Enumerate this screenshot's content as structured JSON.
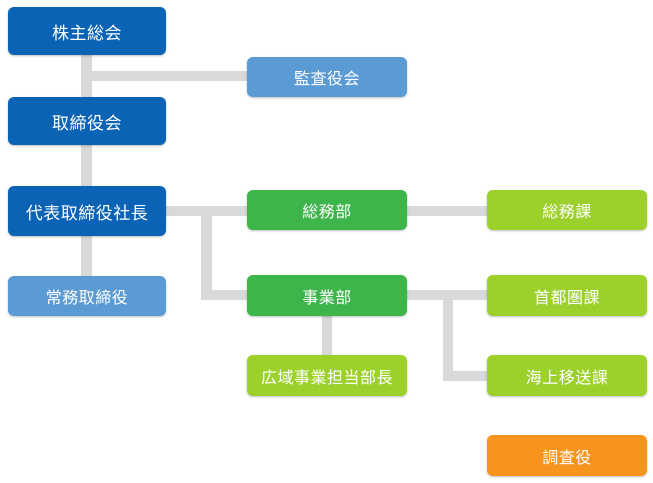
{
  "colors": {
    "connector": "#d9d9d9",
    "dark_blue": "#0a63b5",
    "light_blue": "#5b9bd5",
    "dark_green": "#3db54a",
    "light_green": "#9bd12a",
    "orange": "#f7941e"
  },
  "org": {
    "shareholders": "株主総会",
    "auditor": "監査役会",
    "board": "取締役会",
    "president": "代表取締役社長",
    "managing_director": "常務取締役",
    "general_affairs_dept": "総務部",
    "general_affairs_section": "総務課",
    "business_dept": "事業部",
    "metro_section": "首都圏課",
    "regional_manager": "広域事業担当部長",
    "marine_section": "海上移送課",
    "investigator": "調査役"
  }
}
